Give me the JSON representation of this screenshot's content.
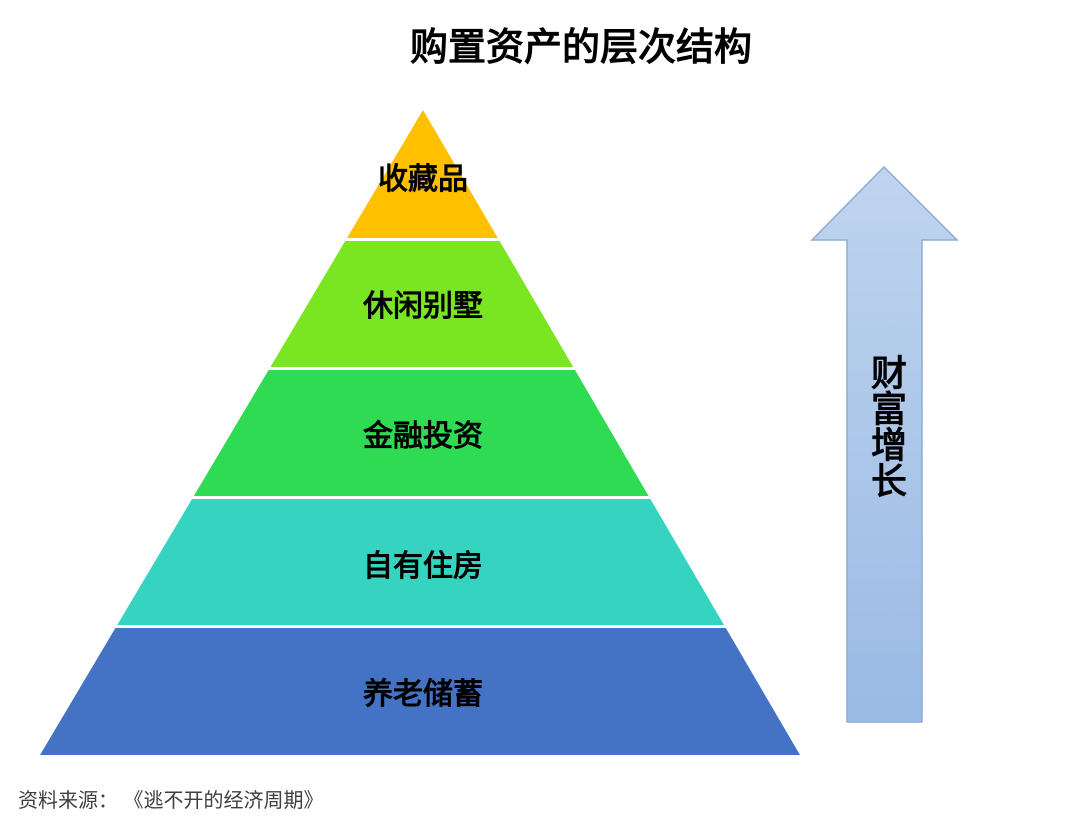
{
  "title": "购置资产的层次结构",
  "source": "资料来源： 《逃不开的经济周期》",
  "pyramid": {
    "levels": [
      {
        "label": "收藏品",
        "color": "#FFC000"
      },
      {
        "label": "休闲别墅",
        "color": "#79E621"
      },
      {
        "label": "金融投资",
        "color": "#2EDB52"
      },
      {
        "label": "自有住房",
        "color": "#35D3C0"
      },
      {
        "label": "养老储蓄",
        "color": "#4472C4"
      }
    ]
  },
  "arrow": {
    "label": "财富增长",
    "fill_top": "#BFD4EF",
    "fill_bottom": "#9ABAE4",
    "stroke": "#8FAAD4"
  },
  "chart_data": {
    "type": "pyramid",
    "title": "购置资产的层次结构",
    "levels_top_to_bottom": [
      "收藏品",
      "休闲别墅",
      "金融投资",
      "自有住房",
      "养老储蓄"
    ],
    "side_annotation": "财富增长",
    "source": "资料来源： 《逃不开的经济周期》"
  }
}
